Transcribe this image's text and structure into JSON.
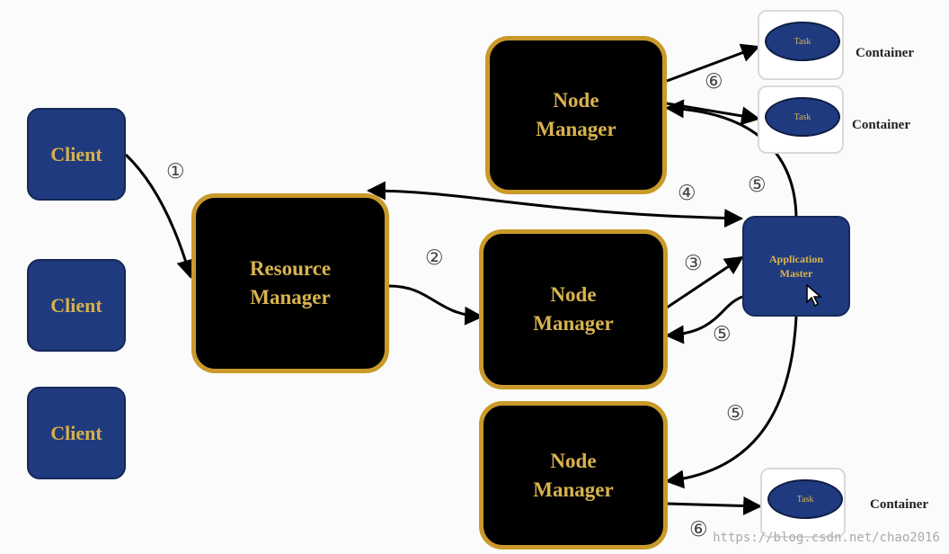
{
  "clients": [
    "Client",
    "Client",
    "Client"
  ],
  "resource_manager": [
    "Resource",
    "Manager"
  ],
  "node_manager_top": [
    "Node",
    "Manager"
  ],
  "node_manager_mid": [
    "Node",
    "Manager"
  ],
  "node_manager_bot": [
    "Node",
    "Manager"
  ],
  "application_master": [
    "Application",
    "Master"
  ],
  "task_label": "Task",
  "container_label": "Container",
  "steps": {
    "s1": "①",
    "s2": "②",
    "s3": "③",
    "s4": "④",
    "s5a": "⑤",
    "s5b": "⑤",
    "s5c": "⑤",
    "s6a": "⑥",
    "s6b": "⑥"
  },
  "watermark": "https://blog.csdn.net/chao2016"
}
